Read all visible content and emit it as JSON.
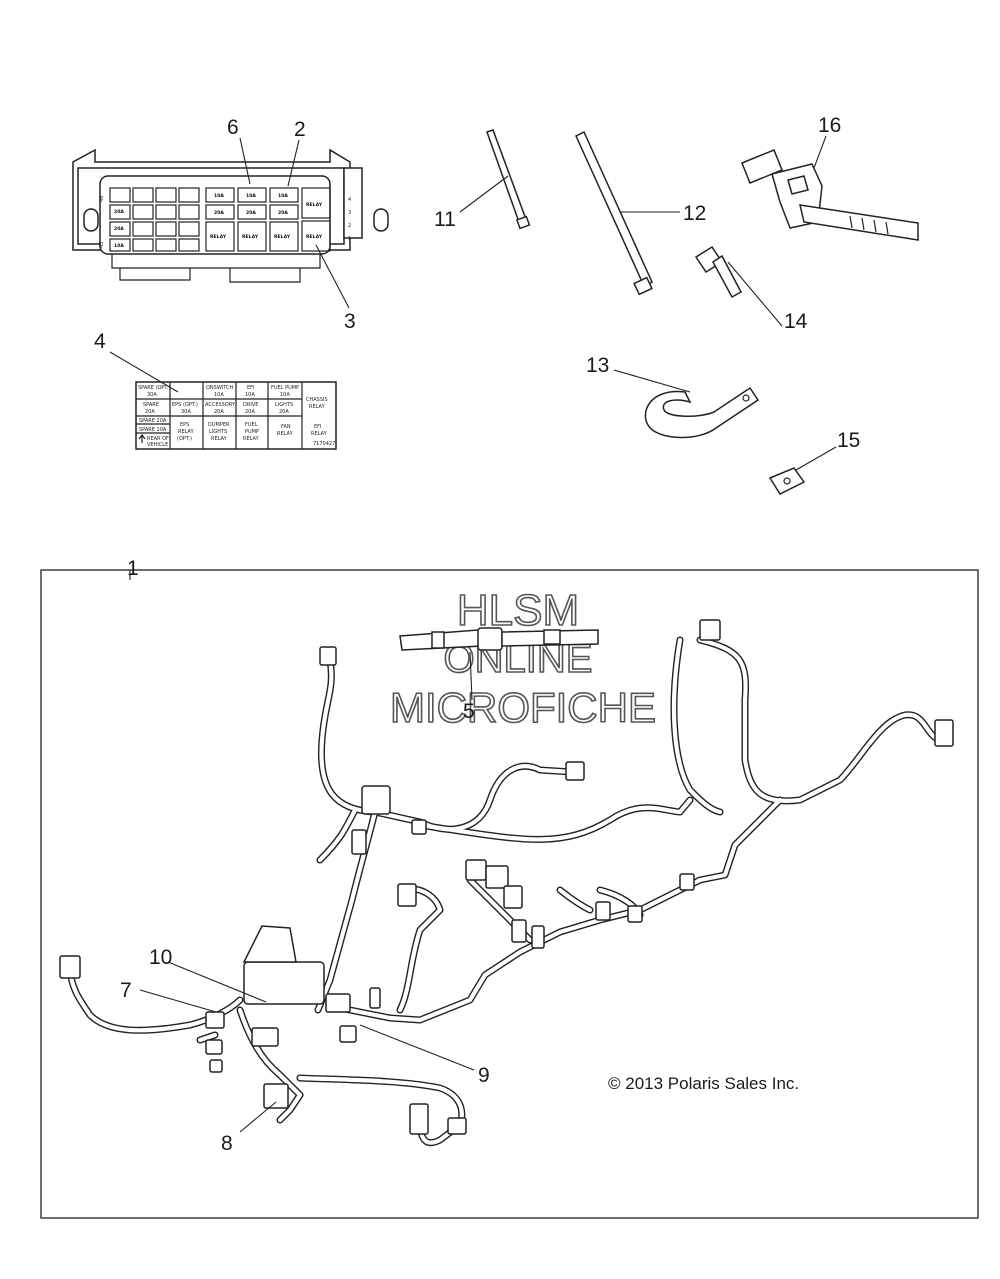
{
  "watermark": {
    "line1": "HLSM",
    "line2": "ONLINE",
    "line3": "MICROFICHE"
  },
  "copyright": "© 2013 Polaris Sales Inc.",
  "callouts": {
    "c1": "1",
    "c2": "2",
    "c3": "3",
    "c4": "4",
    "c5": "5",
    "c6": "6",
    "c7": "7",
    "c8": "8",
    "c9": "9",
    "c10": "10",
    "c11": "11",
    "c12": "12",
    "c13": "13",
    "c14": "14",
    "c15": "15",
    "c16": "16"
  },
  "fuse_box": {
    "side_left_top": "46",
    "side_left_bottom": "45",
    "side_right": [
      "4",
      "3",
      "2",
      "1"
    ],
    "fuses": [
      "10A",
      "10A",
      "10A",
      "20A",
      "20A",
      "20A",
      "20A",
      "20A",
      "20A",
      "10A"
    ],
    "relays": [
      "RELAY",
      "RELAY",
      "RELAY",
      "RELAY",
      "RELAY"
    ]
  },
  "fuse_label": {
    "r1": [
      "SPARE (OPT.)",
      "30A",
      "ONSWITCH",
      "10A",
      "EFI",
      "10A",
      "FUEL PUMP",
      "10A",
      "CHASSIS"
    ],
    "r2": [
      "SPARE",
      "20A",
      "EPS (OPT.)",
      "30A",
      "ACCESSORY",
      "20A",
      "DRIVE",
      "20A",
      "LIGHTS",
      "20A",
      "RELAY"
    ],
    "r3": [
      "SPARE 20A",
      "SPARE 10A",
      "EPS",
      "RELAY",
      "(OPT.)",
      "DUMPER",
      "LIGHTS",
      "RELAY",
      "FUEL",
      "PUMP",
      "RELAY",
      "FAN",
      "RELAY",
      "EFI",
      "RELAY"
    ],
    "r4": [
      "REAR OF",
      "VEHICLE"
    ],
    "part_no": "7170427"
  }
}
